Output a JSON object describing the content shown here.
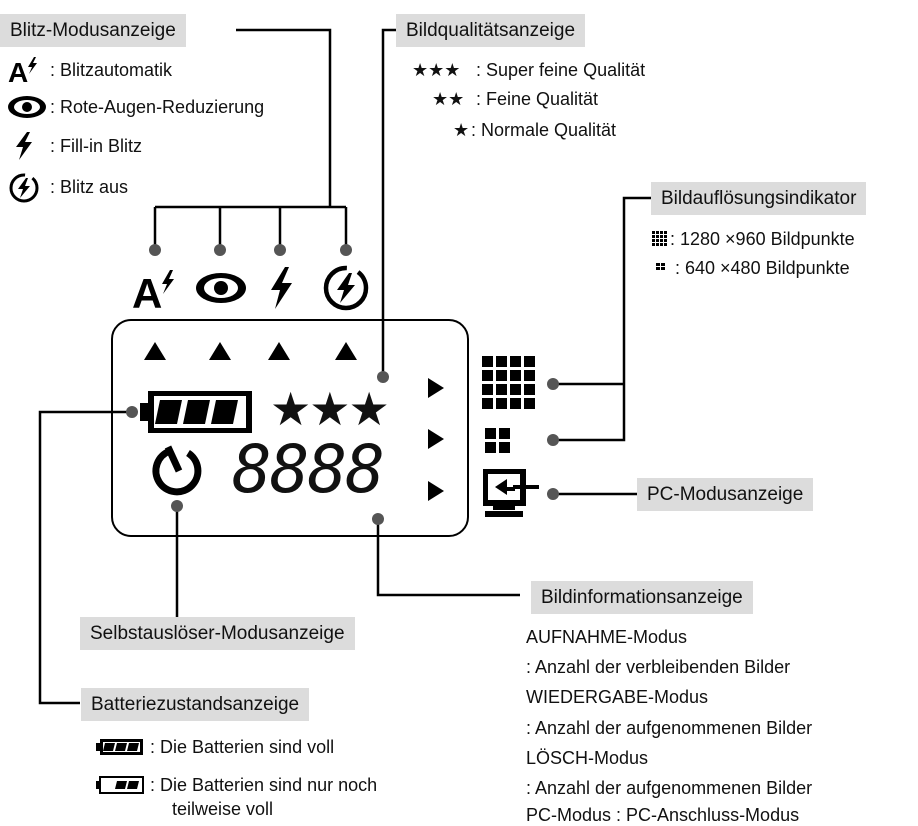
{
  "flash": {
    "title": "Blitz-Modusanzeige",
    "items": [
      {
        "label": ": Blitzautomatik"
      },
      {
        "label": ": Rote-Augen-Reduzierung"
      },
      {
        "label": ": Fill-in Blitz"
      },
      {
        "label": ": Blitz aus"
      }
    ]
  },
  "quality": {
    "title": "Bildqualitätsanzeige",
    "items": [
      {
        "stars": "★★★",
        "label": ": Super feine Qualität"
      },
      {
        "stars": "★★",
        "label": ": Feine Qualität"
      },
      {
        "stars": "★",
        "label": ": Normale Qualität"
      }
    ]
  },
  "resolution": {
    "title": "Bildauflösungsindikator",
    "items": [
      {
        "label": ": 1280 ×960 Bildpunkte"
      },
      {
        "label": ":   640 ×480 Bildpunkte"
      }
    ]
  },
  "pc": {
    "title": "PC-Modusanzeige"
  },
  "image_info": {
    "title": "Bildinformationsanzeige",
    "lines": [
      "AUFNAHME-Modus",
      " : Anzahl der verbleibenden Bilder",
      "WIEDERGABE-Modus",
      " : Anzahl der aufgenommenen Bilder",
      "LÖSCH-Modus",
      " : Anzahl der aufgenommenen Bilder",
      "PC-Modus : PC-Anschluss-Modus"
    ]
  },
  "selftimer": {
    "title": "Selbstauslöser-Modusanzeige"
  },
  "battery": {
    "title": "Batteriezustandsanzeige",
    "items": [
      {
        "label": ": Die Batterien sind voll"
      },
      {
        "label": ": Die Batterien sind nur noch",
        "label2": "teilweise voll"
      }
    ]
  },
  "lcd": {
    "digits": "8888",
    "stars": "★★★"
  },
  "colors": {
    "label_bg": "#dcdcdc",
    "line": "#000000"
  }
}
